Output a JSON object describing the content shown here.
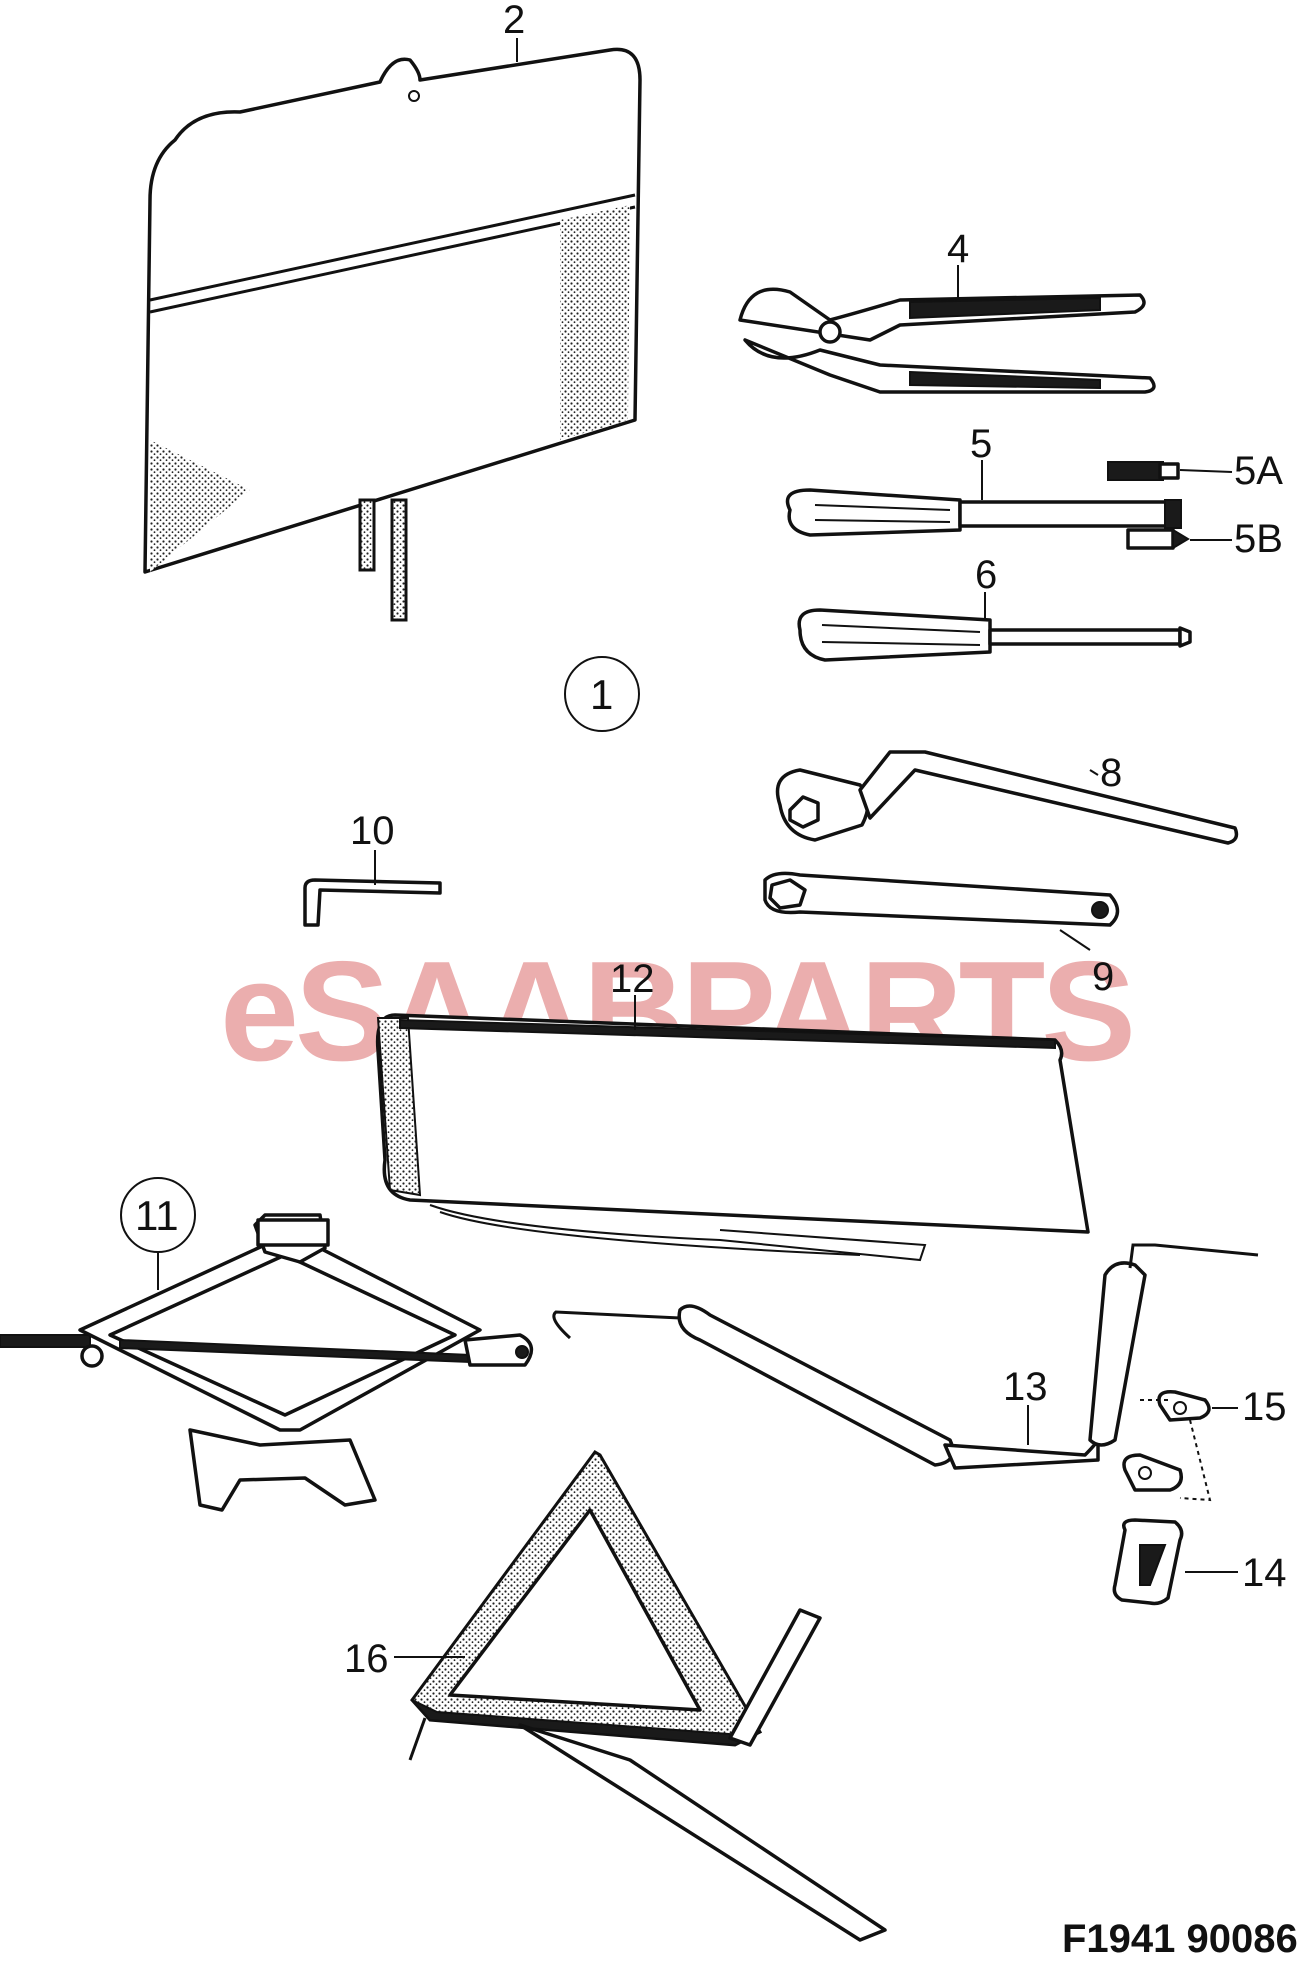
{
  "callouts": {
    "c2": "2",
    "c4": "4",
    "c5": "5",
    "c5a": "5A",
    "c5b": "5B",
    "c6": "6",
    "c1": "1",
    "c8": "8",
    "c10": "10",
    "c9": "9",
    "c12": "12",
    "c11": "11",
    "c13": "13",
    "c15": "15",
    "c14": "14",
    "c16": "16"
  },
  "watermark": {
    "text": "eSAABPARTS",
    "color": "#e8a0a0"
  },
  "figure_code": "F1941 90086"
}
